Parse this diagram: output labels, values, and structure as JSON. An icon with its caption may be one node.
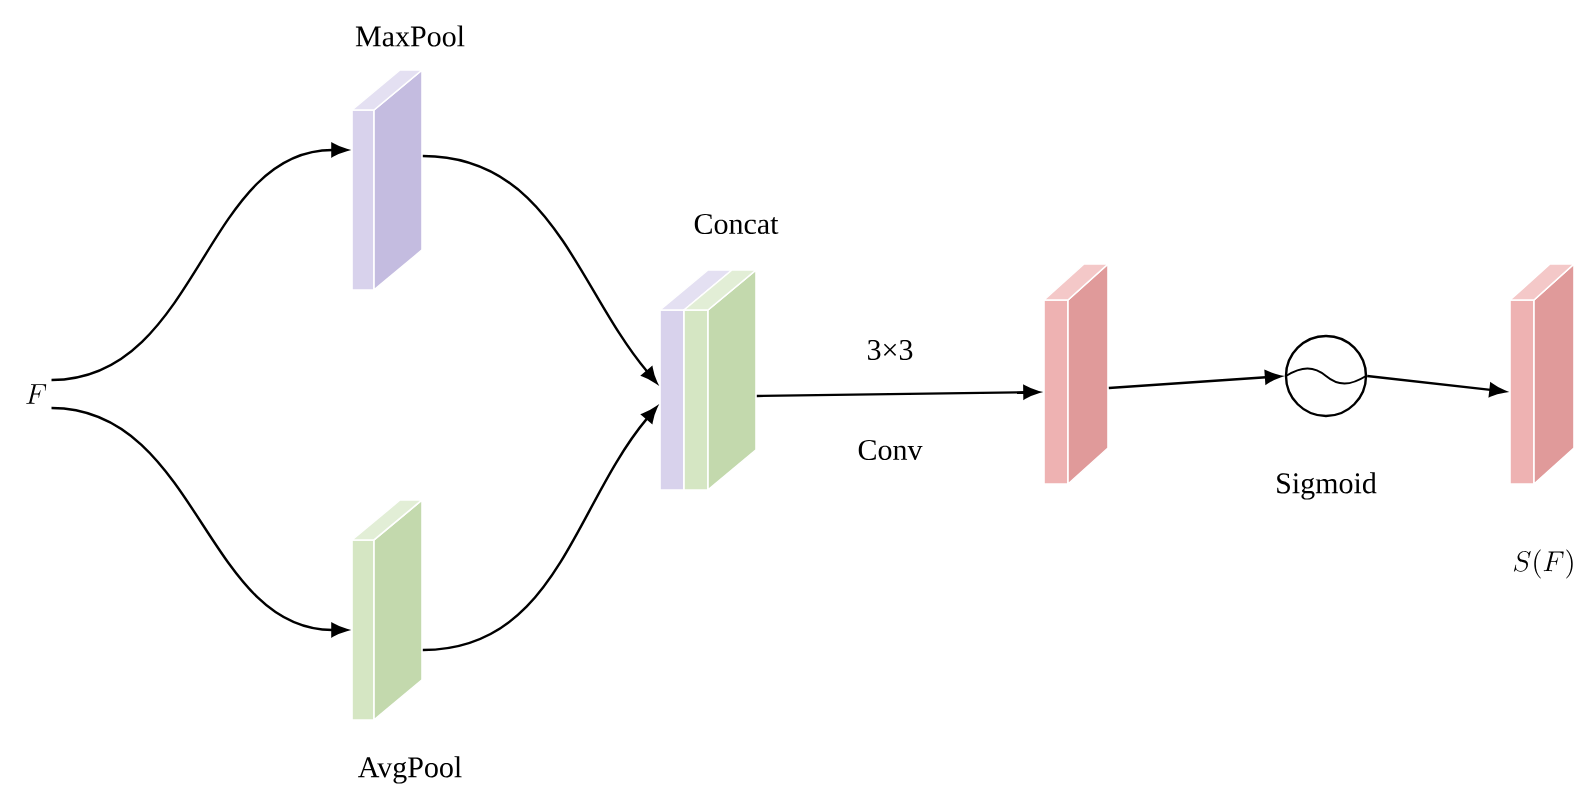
{
  "diagram": {
    "nodes": [
      {
        "text": [
          "F"
        ]
      },
      {
        "text": [
          "MaxPool"
        ]
      },
      {
        "text": [
          "AvgPool"
        ]
      },
      {
        "text": [
          "Concat"
        ]
      },
      {
        "text": [],
        "shape": "box"
      },
      {
        "text": [
          "Sigmoid"
        ]
      },
      {
        "text": [
          "S(F)"
        ]
      }
    ],
    "edges": [
      {
        "from": 0,
        "to": 1,
        "arrow": "to"
      },
      {
        "from": 0,
        "to": 2,
        "arrow": "to"
      },
      {
        "from": 1,
        "to": 3,
        "arrow": "to"
      },
      {
        "from": 2,
        "to": 3,
        "arrow": "to"
      },
      {
        "from": 3,
        "to": 4,
        "arrow": "to"
      },
      {
        "from": 4,
        "to": 5,
        "arrow": "to"
      },
      {
        "from": 5,
        "to": 6,
        "arrow": "to"
      }
    ],
    "labels": [
      "3×3",
      "Conv"
    ]
  }
}
